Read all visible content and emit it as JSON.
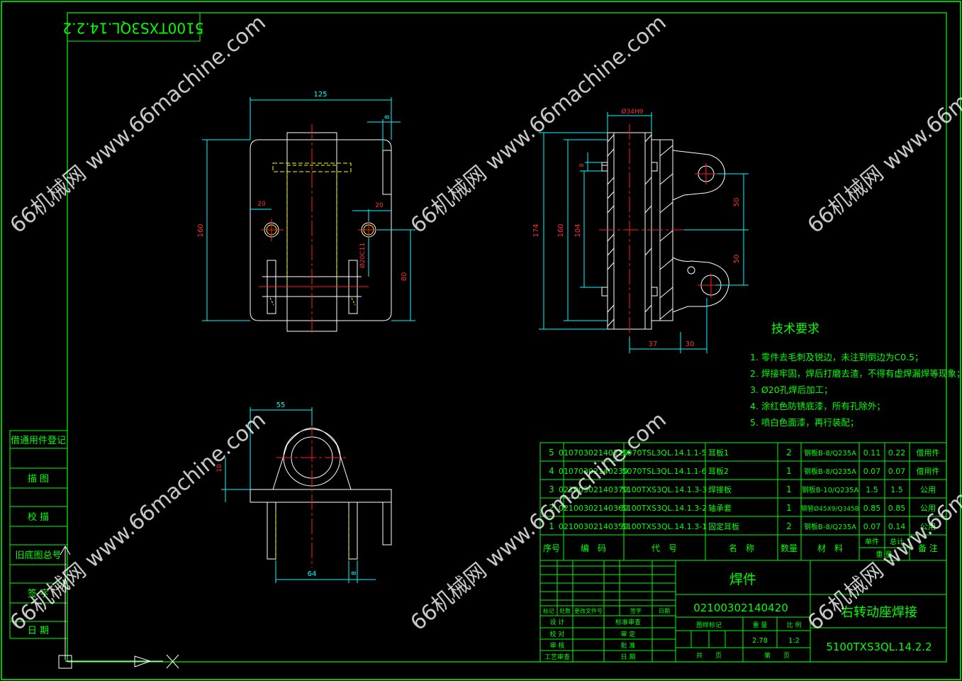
{
  "drawing_no_rotated": "5100TXS3QL.14.2.2",
  "sidebar_labels": [
    "借通用件登记",
    "描  图",
    "校  描",
    "旧底图总号",
    "签  字",
    "日  期"
  ],
  "tech": {
    "title": "技术要求",
    "items": [
      "1. 零件去毛刺及锐边，未注到倒边为C0.5；",
      "2. 焊接牢固，焊后打磨去渣，不得有虚焊漏焊等现象；",
      "3. Ø20孔焊后加工；",
      "4. 涂红色防锈底漆，所有孔除外；",
      "5. 喷白色面漆，再行装配；"
    ]
  },
  "bom": {
    "headers": [
      "序号",
      "编　码",
      "代　号",
      "名　称",
      "数量",
      "材　料",
      "单件",
      "总计",
      "备 注"
    ],
    "weight_header": "重 量",
    "rows": [
      {
        "no": "5",
        "code": "01070302140220",
        "drawing": "5070TSL3QL.14.1.1-5",
        "name": "耳板1",
        "qty": "2",
        "material": "钢板B-8/Q235A",
        "unit": "0.11",
        "total": "0.22",
        "note": "借用件"
      },
      {
        "no": "4",
        "code": "01070302140230",
        "drawing": "5070TSL3QL.14.1.1-6",
        "name": "耳板2",
        "qty": "1",
        "material": "钢板B-8/Q235A",
        "unit": "0.07",
        "total": "0.07",
        "note": "借用件"
      },
      {
        "no": "3",
        "code": "02100302140370",
        "drawing": "5100TXS3QL.14.1.3-3",
        "name": "焊接板",
        "qty": "1",
        "material": "钢板B-10/Q235A",
        "unit": "1.5",
        "total": "1.5",
        "note": "公用"
      },
      {
        "no": "2",
        "code": "02100302140360",
        "drawing": "5100TXS3QL.14.1.3-2",
        "name": "轴承套",
        "qty": "1",
        "material": "钢管Ø45X9/Q345B",
        "unit": "0.85",
        "total": "0.85",
        "note": "公用"
      },
      {
        "no": "1",
        "code": "02100302140350",
        "drawing": "5100TXS3QL.14.1.3-1",
        "name": "固定耳板",
        "qty": "2",
        "material": "钢板B-8/Q235A",
        "unit": "0.07",
        "total": "0.14",
        "note": "公用"
      }
    ]
  },
  "title_block": {
    "category": "焊件",
    "code": "02100302140420",
    "part_name": "右转动座焊接",
    "drawing_no": "5100TXS3QL.14.2.2",
    "rev_headers": [
      "标记",
      "处数",
      "更改文件号",
      "签字",
      "日期"
    ],
    "sign_left": [
      "设  计",
      "校  对",
      "审  核",
      "工艺审查"
    ],
    "sign_right": [
      "标准审查",
      "审  定",
      "批  准",
      "日  期"
    ],
    "stage_label": "图样标记",
    "weight_label": "重  量",
    "scale_label": "比  例",
    "weight": "2.78",
    "scale": "1:2",
    "sheets_label": "共　　页",
    "sheet_label": "第　　页"
  },
  "dims": {
    "front_width": "125",
    "front_small": "8",
    "front_height": "160",
    "front_hole_left": "20",
    "front_hole_right": "20",
    "front_hole_dia": "Ø20C11",
    "front_hole_h": "80",
    "side_bore": "Ø34H9",
    "side_total": "174",
    "side_h160": "160",
    "side_h104": "104",
    "side_8": "8",
    "side_50a": "50",
    "side_50b": "50",
    "side_37": "37",
    "side_30": "30",
    "top_55": "55",
    "top_10": "10",
    "top_64": "64",
    "top_8": "8"
  },
  "watermark": "66机械网 www.66machine.com",
  "colors": {
    "frame": "#00ff00",
    "object": "#ffffff",
    "dimension": "#00ffff",
    "center": "#ff2020",
    "hidden": "#ffff00"
  }
}
